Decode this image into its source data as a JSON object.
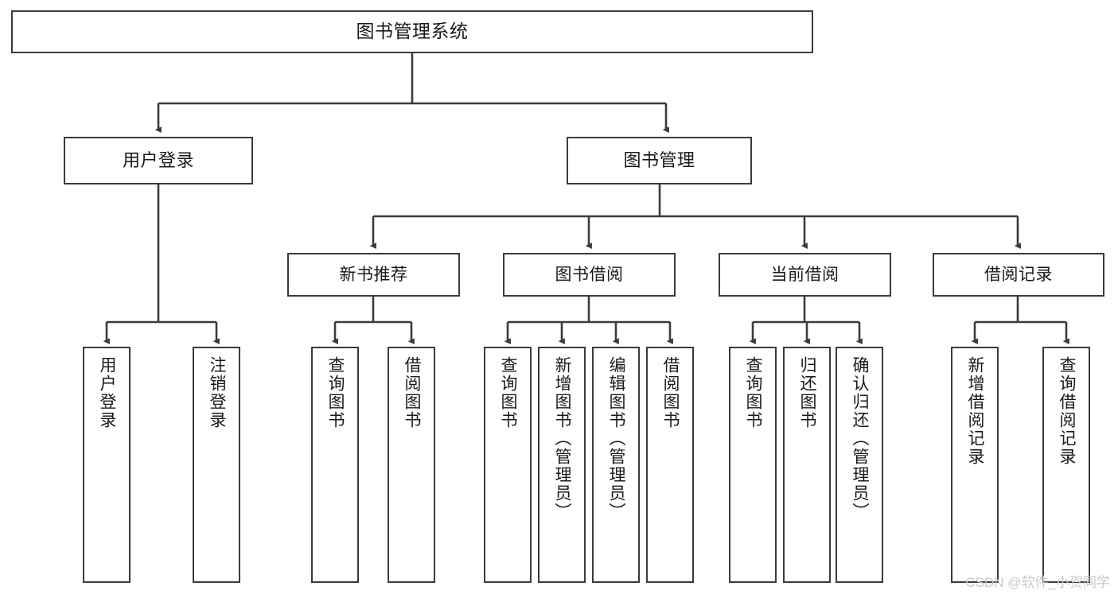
{
  "diagram": {
    "type": "tree-hierarchy-chart",
    "title": "图书管理系统",
    "watermark": "CSDN @软件_小贺同学",
    "colors": {
      "stroke": "#3b3b3b",
      "fill": "#ffffff",
      "text": "#1a1a1a",
      "watermark": "#c9c9c9"
    },
    "root": {
      "label": "图书管理系统"
    },
    "level1": [
      {
        "label": "用户登录"
      },
      {
        "label": "图书管理"
      }
    ],
    "level2": [
      {
        "label": "新书推荐"
      },
      {
        "label": "图书借阅"
      },
      {
        "label": "当前借阅"
      },
      {
        "label": "借阅记录"
      }
    ],
    "leaves": {
      "user_login": [
        {
          "label": "用户登录"
        },
        {
          "label": "注销登录"
        }
      ],
      "new_book": [
        {
          "label": "查询图书"
        },
        {
          "label": "借阅图书"
        }
      ],
      "borrow_book": [
        {
          "label": "查询图书"
        },
        {
          "label": "新增图书（管理员）"
        },
        {
          "label": "编辑图书（管理员）"
        },
        {
          "label": "借阅图书"
        }
      ],
      "current_borrow": [
        {
          "label": "查询图书"
        },
        {
          "label": "归还图书"
        },
        {
          "label": "确认归还（管理员）"
        }
      ],
      "borrow_record": [
        {
          "label": "新增借阅记录"
        },
        {
          "label": "查询借阅记录"
        }
      ]
    }
  }
}
